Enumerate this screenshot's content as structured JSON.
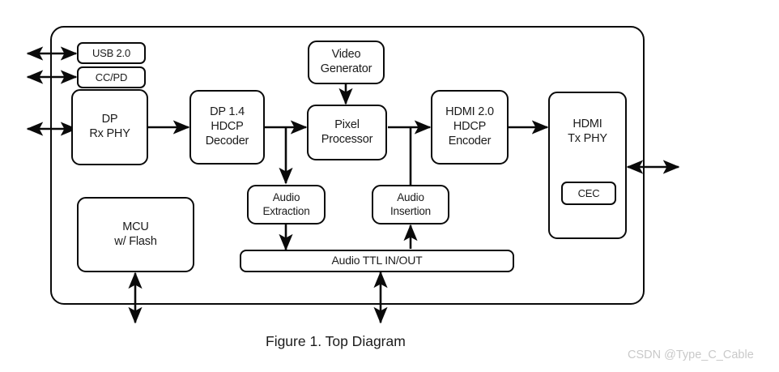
{
  "figure": {
    "caption": "Figure 1. Top Diagram",
    "watermark": "CSDN @Type_C_Cable",
    "line_color": "#0a0a0a",
    "text_color": "#1b1b1b",
    "watermark_color": "#c9c9c9",
    "background": "#ffffff"
  },
  "blocks": {
    "usb": {
      "line1": "USB 2.0"
    },
    "ccpd": {
      "line1": "CC/PD"
    },
    "dp_rx_phy": {
      "line1": "DP",
      "line2": "Rx PHY"
    },
    "dp_hdcp_decoder": {
      "line1": "DP 1.4",
      "line2": "HDCP",
      "line3": "Decoder"
    },
    "video_generator": {
      "line1": "Video",
      "line2": "Generator"
    },
    "pixel_processor": {
      "line1": "Pixel",
      "line2": "Processor"
    },
    "hdmi_hdcp_encoder": {
      "line1": "HDMI 2.0",
      "line2": "HDCP",
      "line3": "Encoder"
    },
    "hdmi_tx_phy": {
      "line1": "HDMI",
      "line2": "Tx PHY"
    },
    "cec": {
      "line1": "CEC"
    },
    "mcu": {
      "line1": "MCU",
      "line2": "w/ Flash"
    },
    "audio_extraction": {
      "line1": "Audio",
      "line2": "Extraction"
    },
    "audio_insertion": {
      "line1": "Audio",
      "line2": "Insertion"
    },
    "audio_bus": {
      "line1": "Audio TTL IN/OUT"
    }
  },
  "connections": [
    {
      "name": "external-to-usb",
      "type": "bidirectional",
      "from": "external-left",
      "to": "usb"
    },
    {
      "name": "external-to-ccpd",
      "type": "bidirectional",
      "from": "external-left",
      "to": "ccpd"
    },
    {
      "name": "external-to-dp-rx-phy",
      "type": "bidirectional",
      "from": "external-left",
      "to": "dp_rx_phy"
    },
    {
      "name": "dp-rx-phy-to-decoder",
      "type": "arrow",
      "from": "dp_rx_phy",
      "to": "dp_hdcp_decoder"
    },
    {
      "name": "decoder-to-pixel-processor",
      "type": "arrow",
      "from": "dp_hdcp_decoder",
      "to": "pixel_processor"
    },
    {
      "name": "decoder-to-audio-extraction",
      "type": "arrow",
      "from": "dp_hdcp_decoder",
      "to": "audio_extraction"
    },
    {
      "name": "video-generator-to-pixel-processor",
      "type": "arrow",
      "from": "video_generator",
      "to": "pixel_processor"
    },
    {
      "name": "pixel-processor-to-encoder",
      "type": "arrow",
      "from": "pixel_processor",
      "to": "hdmi_hdcp_encoder"
    },
    {
      "name": "audio-insertion-to-encoder-link",
      "type": "line",
      "from": "audio_insertion",
      "to": "hdmi_hdcp_encoder"
    },
    {
      "name": "encoder-to-hdmi-tx-phy",
      "type": "arrow",
      "from": "hdmi_hdcp_encoder",
      "to": "hdmi_tx_phy"
    },
    {
      "name": "hdmi-tx-phy-to-external",
      "type": "bidirectional",
      "from": "hdmi_tx_phy",
      "to": "external-right"
    },
    {
      "name": "audio-extraction-to-bus",
      "type": "arrow",
      "from": "audio_extraction",
      "to": "audio_bus"
    },
    {
      "name": "bus-to-audio-insertion",
      "type": "arrow",
      "from": "audio_bus",
      "to": "audio_insertion"
    },
    {
      "name": "mcu-to-external-bottom",
      "type": "bidirectional",
      "from": "mcu",
      "to": "external-bottom"
    },
    {
      "name": "audio-bus-to-external-bottom",
      "type": "bidirectional",
      "from": "audio_bus",
      "to": "external-bottom"
    }
  ]
}
